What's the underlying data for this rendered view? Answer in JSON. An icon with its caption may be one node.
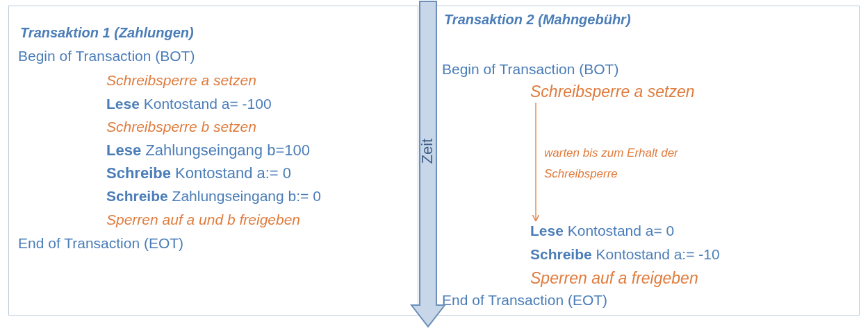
{
  "diagram": {
    "nodes": [
      {
        "text": [
          "Transaktion 1 (Zahlungen)"
        ]
      },
      {
        "text": [
          "Begin of Transaction (BOT)"
        ],
        "in": 0
      },
      {
        "text": [
          "Schreibsperre a setzen"
        ],
        "in": 0
      },
      {
        "text": [
          "**Lese** Kontostand a= -100"
        ],
        "in": 0
      },
      {
        "text": [
          "Schreibsperre b setzen"
        ],
        "in": 0
      },
      {
        "text": [
          "**Lese** Zahlungseingang b=100"
        ],
        "in": 0
      },
      {
        "text": [
          "**Schreibe** Kontostand a:= 0"
        ],
        "in": 0
      },
      {
        "text": [
          "**Schreibe** Zahlungseingang b:= 0"
        ],
        "in": 0
      },
      {
        "text": [
          "Sperren auf a und b freigeben"
        ],
        "in": 0
      },
      {
        "text": [
          "End of Transaction (EOT)"
        ],
        "in": 0
      },
      {
        "text": [
          "Transaktion 2 (Mahngebühr)"
        ]
      },
      {
        "text": [
          "Begin of Transaction (BOT)"
        ],
        "in": 10
      },
      {
        "text": [
          "Schreibsperre a setzen"
        ],
        "in": 10
      },
      {
        "text": [
          "**Lese** Kontostand a= 0"
        ],
        "in": 10
      },
      {
        "text": [
          "**Schreibe** Kontostand a:= -10"
        ],
        "in": 10
      },
      {
        "text": [
          "Sperren auf a freigeben"
        ],
        "in": 10
      },
      {
        "text": [
          "End of Transaction (EOT)"
        ],
        "in": 10
      }
    ],
    "edges": [
      {
        "from": 12,
        "to": 13,
        "arrow": "to",
        "label": "warten bis zum Erhalt der Schreibsperre"
      }
    ],
    "labels": [
      "Zeit"
    ]
  }
}
